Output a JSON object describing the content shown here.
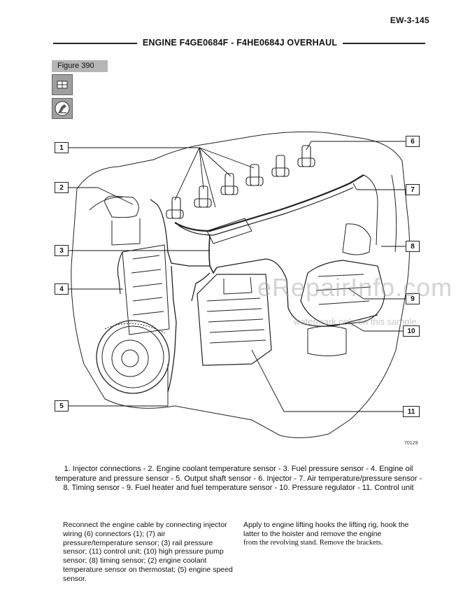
{
  "header": {
    "page_number": "EW-3-145",
    "title": "ENGINE F4GE0684F - F4HE0684J OVERHAUL"
  },
  "figure": {
    "label": "Figure 390",
    "code": "70129",
    "icons": [
      "assembly-icon",
      "lifting-tool-icon"
    ],
    "callouts": [
      "1",
      "2",
      "3",
      "4",
      "5",
      "6",
      "7",
      "8",
      "9",
      "10",
      "11"
    ],
    "watermark": "eRepairInfo.com",
    "watermark_sub": "watermark only on this sample"
  },
  "caption": "1. Injector connections - 2. Engine coolant temperature sensor - 3. Fuel pressure sensor - 4. Engine oil temperature and pressure sensor - 5. Output shaft sensor - 6. Injector - 7. Air temperature/pressure sensor - 8. Timing sensor - 9. Fuel heater and fuel temperature sensor - 10. Pressure regulator - 11. Control unit",
  "body": {
    "left": "Reconnect the engine cable by connecting injector wiring (6) connectors (1); (7) air pressure/temperature sensor; (3) rail pressure sensor; (11) control unit; (10) high pressure pump sensor; (8) timing sensor; (2) engine coolant temperature sensor on thermostat; (5) engine speed sensor.",
    "right_a": "Apply to engine lifting hooks the lifting rig, hook the latter to the hoister and remove the engine",
    "right_b": "from the revolving stand. Remove the brackets."
  }
}
